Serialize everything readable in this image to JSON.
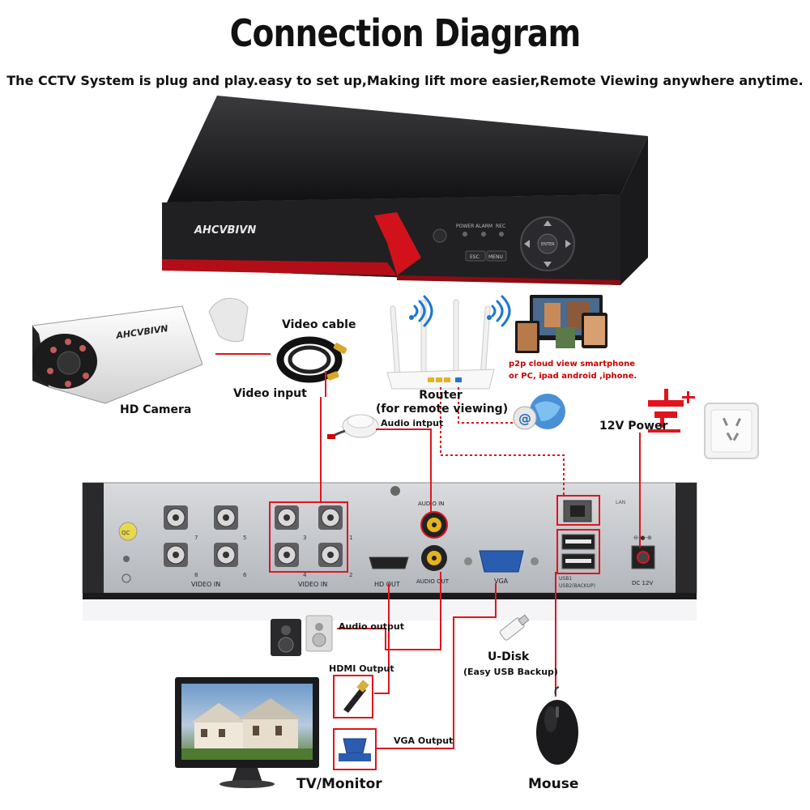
{
  "title": "Connection Diagram",
  "subtitle": "The CCTV System is plug and play.easy to set up,Making lift more easier,Remote Viewing anywhere anytime.",
  "dvr_front": {
    "brand": "AHCVBIVN",
    "indicators": [
      "POWER",
      "ALARM",
      "REC"
    ],
    "buttons": [
      "ESC",
      "MENU"
    ],
    "enter_label": "ENTER"
  },
  "camera": {
    "brand": "AHCVBIVN",
    "label": "HD Camera"
  },
  "video_cable": {
    "label": "Video cable",
    "input_label": "Video input"
  },
  "router": {
    "label_line1": "Router",
    "label_line2": "(for remote viewing)"
  },
  "p2p": {
    "line1": "p2p cloud  view smartphone",
    "line2": "or PC, ipad android ,iphone."
  },
  "audio_input": {
    "label": "Audio intput"
  },
  "power": {
    "label": "12V Power"
  },
  "dvr_back": {
    "video_in_left": "VIDEO IN",
    "video_in_right": "VIDEO IN",
    "left_channels": [
      "7",
      "5",
      "8",
      "6"
    ],
    "right_channels": [
      "3",
      "1",
      "4",
      "2"
    ],
    "hd_out": "HD OUT",
    "audio_in": "AUDIO IN",
    "audio_out": "AUDIO OUT",
    "vga": "VGA",
    "lan": "LAN",
    "usb1": "USB1",
    "usb2": "USB2(BACKUP)",
    "dc": "DC 12V",
    "qc": "QC"
  },
  "audio_output": {
    "label": "Audio output"
  },
  "hdmi_output": {
    "label": "HDMI Output"
  },
  "vga_output": {
    "label": "VGA Output"
  },
  "udisk": {
    "label": "U-Disk",
    "sublabel": "(Easy USB Backup)"
  },
  "tv": {
    "label": "TV/Monitor"
  },
  "mouse": {
    "label": "Mouse"
  },
  "colors": {
    "wire": "#e0141e",
    "dvr_body": "#1d1d1f",
    "accent": "#d1121b"
  }
}
